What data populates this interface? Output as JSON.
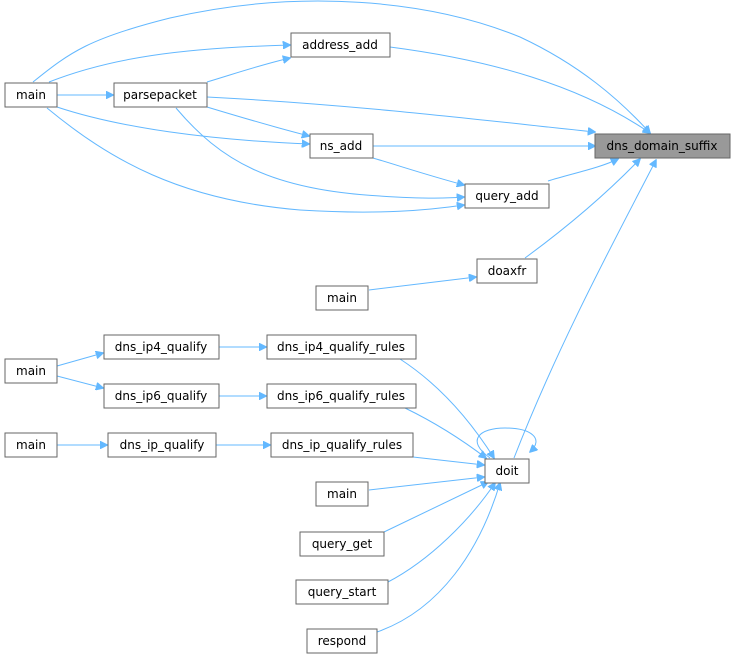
{
  "graph": {
    "nodes": {
      "dns_domain_suffix": "dns_domain_suffix",
      "address_add": "address_add",
      "main_1": "main",
      "parsepacket": "parsepacket",
      "ns_add": "ns_add",
      "query_add": "query_add",
      "doaxfr": "doaxfr",
      "main_2": "main",
      "dns_ip4_qualify": "dns_ip4_qualify",
      "dns_ip4_qualify_rules": "dns_ip4_qualify_rules",
      "main_3": "main",
      "dns_ip6_qualify": "dns_ip6_qualify",
      "dns_ip6_qualify_rules": "dns_ip6_qualify_rules",
      "main_4": "main",
      "dns_ip_qualify": "dns_ip_qualify",
      "dns_ip_qualify_rules": "dns_ip_qualify_rules",
      "doit": "doit",
      "main_5": "main",
      "query_get": "query_get",
      "query_start": "query_start",
      "respond": "respond"
    },
    "colors": {
      "edge": "#63b8ff",
      "node_border": "#666666",
      "root_fill": "#999999"
    }
  }
}
